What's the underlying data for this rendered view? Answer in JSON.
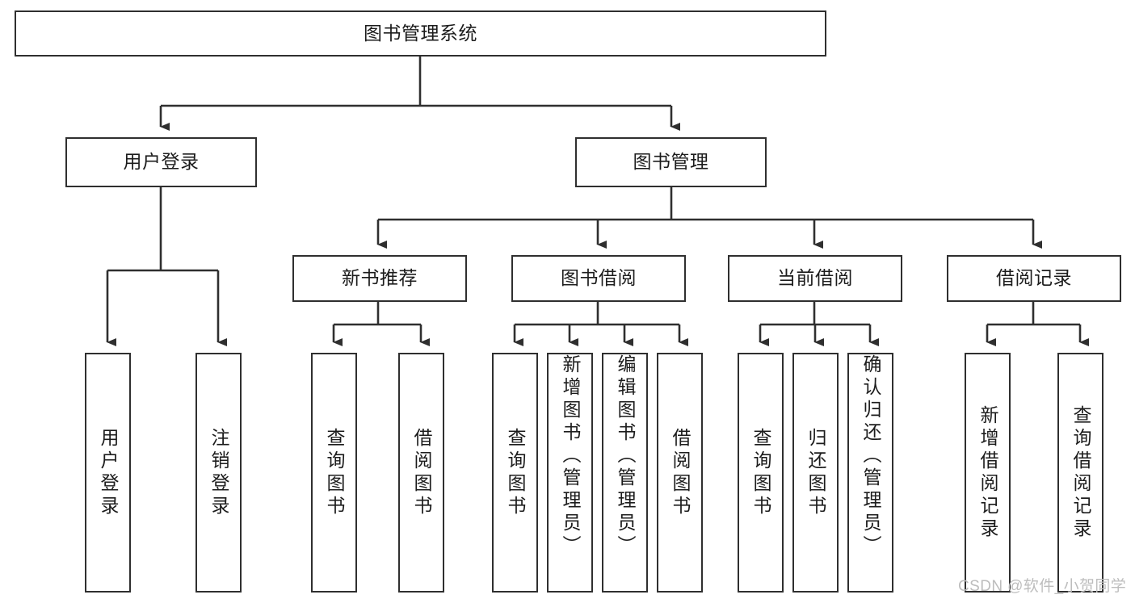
{
  "diagram": {
    "type": "tree-hierarchy-chart",
    "title": "图书管理系统",
    "line_color": "#2f2f2f",
    "box_fill": "#ffffff",
    "text_color": "#1c1c1c",
    "watermark": "CSDN @软件_小贺同学",
    "watermark_color": "#bdbdbd",
    "nodes": {
      "root": {
        "label": "图书管理系统",
        "level": 1
      },
      "level2": [
        {
          "id": "user-login",
          "label": "用户登录"
        },
        {
          "id": "book-manage",
          "label": "图书管理"
        }
      ],
      "level3": [
        {
          "id": "new-book-recommend",
          "label": "新书推荐"
        },
        {
          "id": "book-borrow",
          "label": "图书借阅"
        },
        {
          "id": "current-borrow",
          "label": "当前借阅"
        },
        {
          "id": "borrow-record",
          "label": "借阅记录"
        }
      ],
      "leaves": {
        "user-login": [
          {
            "id": "leaf-user-login",
            "label": "用户登录"
          },
          {
            "id": "leaf-user-logout",
            "label": "注销登录"
          }
        ],
        "new-book-recommend": [
          {
            "id": "leaf-query-book-1",
            "label": "查询图书"
          },
          {
            "id": "leaf-borrow-book-1",
            "label": "借阅图书"
          }
        ],
        "book-borrow": [
          {
            "id": "leaf-query-book-2",
            "label": "查询图书"
          },
          {
            "id": "leaf-add-book",
            "label": "新增图书（管理员）"
          },
          {
            "id": "leaf-edit-book",
            "label": "编辑图书（管理员）"
          },
          {
            "id": "leaf-borrow-book-2",
            "label": "借阅图书"
          }
        ],
        "current-borrow": [
          {
            "id": "leaf-query-book-3",
            "label": "查询图书"
          },
          {
            "id": "leaf-return-book",
            "label": "归还图书"
          },
          {
            "id": "leaf-confirm-return",
            "label": "确认归还（管理员）"
          }
        ],
        "borrow-record": [
          {
            "id": "leaf-add-record",
            "label": "新增借阅记录"
          },
          {
            "id": "leaf-query-record",
            "label": "查询借阅记录"
          }
        ]
      }
    }
  }
}
